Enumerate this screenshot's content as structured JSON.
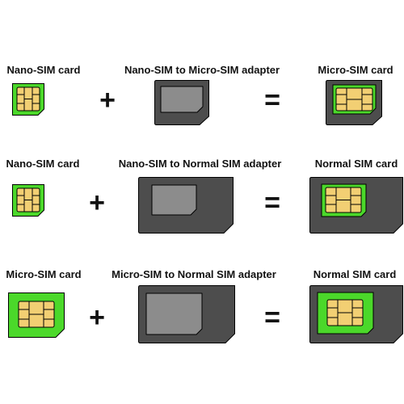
{
  "rows": [
    {
      "left_label": "Nano-SIM card",
      "adapter_label": "Nano-SIM to Micro-SIM adapter",
      "result_label": "Micro-SIM card",
      "plus": "+",
      "equals": "="
    },
    {
      "left_label": "Nano-SIM card",
      "adapter_label": "Nano-SIM to Normal SIM adapter",
      "result_label": "Normal SIM card",
      "plus": "+",
      "equals": "="
    },
    {
      "left_label": "Micro-SIM card",
      "adapter_label": "Micro-SIM to Normal SIM adapter",
      "result_label": "Normal SIM card",
      "plus": "+",
      "equals": "="
    }
  ],
  "colors": {
    "sim_green": "#4bd82a",
    "chip_gold": "#f2cf73",
    "adapter_dark": "#4d4d4d",
    "adapter_slot": "#8c8c8c",
    "outline": "#000000"
  },
  "icons": [
    "nano-sim-card-icon",
    "micro-sim-card-icon",
    "micro-sim-adapter-icon",
    "normal-sim-adapter-icon",
    "chip-contacts-icon"
  ]
}
